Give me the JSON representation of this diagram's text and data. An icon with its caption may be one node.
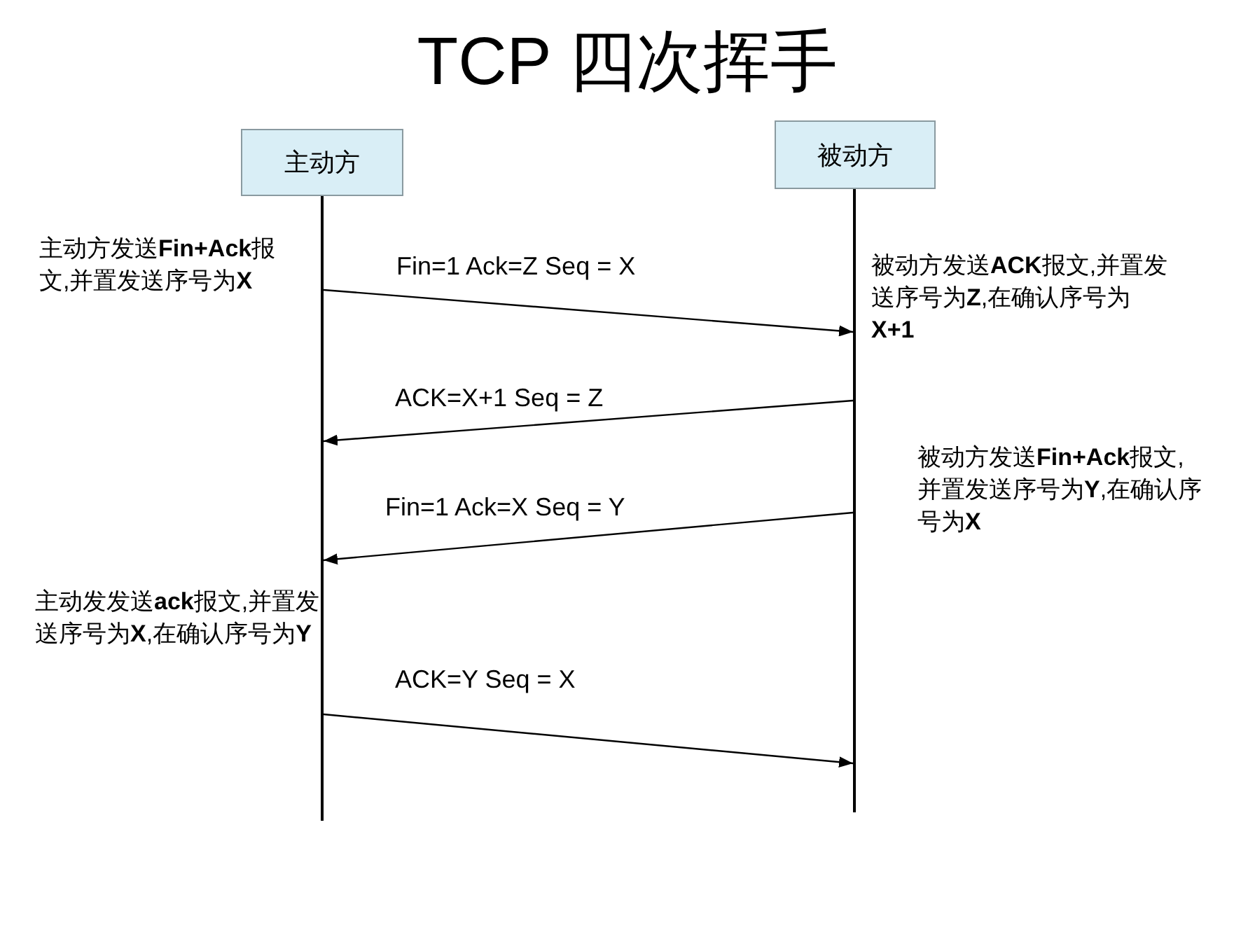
{
  "diagram": {
    "title": "TCP 四次挥手",
    "nodes": [
      {
        "text": [
          "主动方"
        ]
      },
      {
        "text": [
          "被动方"
        ]
      },
      {
        "text": [],
        "shape": "line"
      },
      {
        "text": [],
        "shape": "line"
      }
    ],
    "edges": [
      {
        "from": 2,
        "to": 3,
        "arrow": "to",
        "label": "Fin=1 Ack=Z Seq = X"
      },
      {
        "from": 3,
        "to": 2,
        "arrow": "to",
        "label": "ACK=X+1 Seq = Z"
      },
      {
        "from": 3,
        "to": 2,
        "arrow": "to",
        "label": "Fin=1 Ack=X Seq = Y"
      },
      {
        "from": 2,
        "to": 3,
        "arrow": "to",
        "label": "ACK=Y Seq = X"
      }
    ],
    "labels": [
      "主动方发送**Fin+Ack**报文,并置发送序号为**X**",
      "被动方发送**ACK**报文,并置发送序号为**Z**,在确认序号为**X+1**",
      "被动方发送**Fin+Ack**报文,并置发送序号为**Y**,在确认序号为**X**",
      "主动发发送**ack**报文,并置发送序号为**X**,在确认序号为**Y**"
    ]
  }
}
